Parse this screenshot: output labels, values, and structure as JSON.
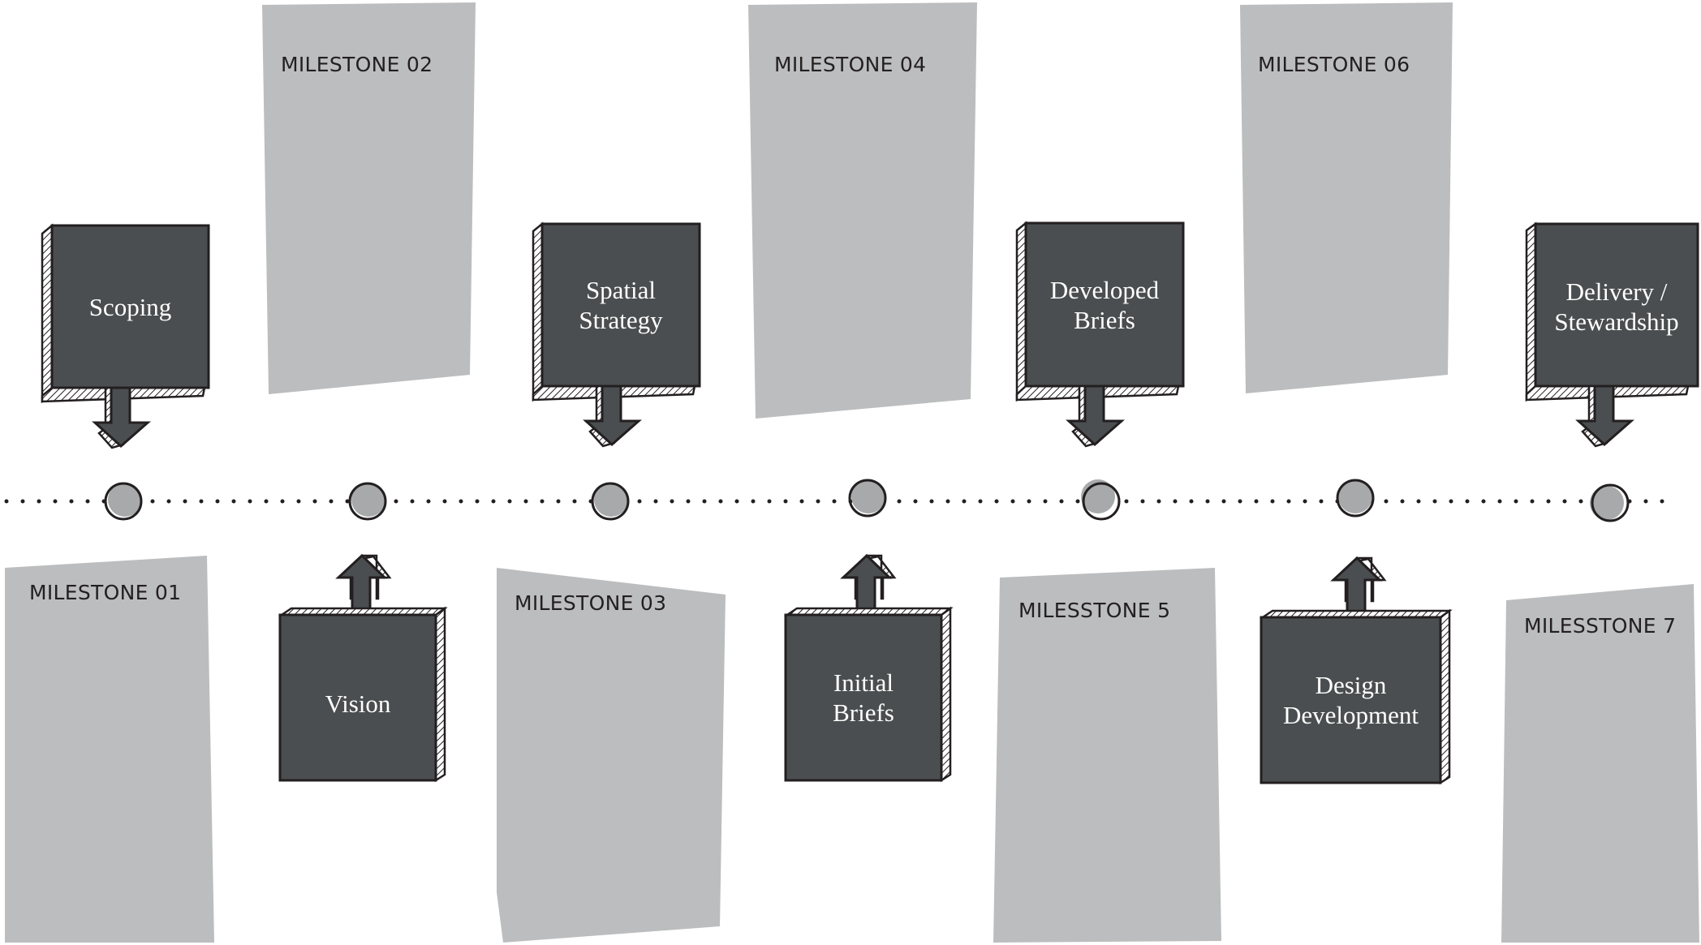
{
  "milestones": [
    {
      "id": "m01",
      "label": "MILESTONE 01"
    },
    {
      "id": "m02",
      "label": "MILESTONE 02"
    },
    {
      "id": "m03",
      "label": "MILESTONE 03"
    },
    {
      "id": "m04",
      "label": "MILESTONE 04"
    },
    {
      "id": "m05",
      "label": "MILESSTONE 5"
    },
    {
      "id": "m06",
      "label": "MILESTONE 06"
    },
    {
      "id": "m07",
      "label": "MILESSTONE 7"
    }
  ],
  "phases": [
    {
      "id": "scoping",
      "line1": "Scoping",
      "line2": ""
    },
    {
      "id": "vision",
      "line1": "Vision",
      "line2": ""
    },
    {
      "id": "spatial-strategy",
      "line1": "Spatial",
      "line2": "Strategy"
    },
    {
      "id": "initial-briefs",
      "line1": "Initial",
      "line2": "Briefs"
    },
    {
      "id": "developed-briefs",
      "line1": "Developed",
      "line2": "Briefs"
    },
    {
      "id": "design-development",
      "line1": "Design",
      "line2": "Development"
    },
    {
      "id": "delivery-stewardship",
      "line1": "Delivery /",
      "line2": "Stewardship"
    }
  ],
  "colors": {
    "card": "#bcbdbe",
    "box": "#4b4e50",
    "node": "#a7a9ab",
    "ink": "#231f20"
  }
}
